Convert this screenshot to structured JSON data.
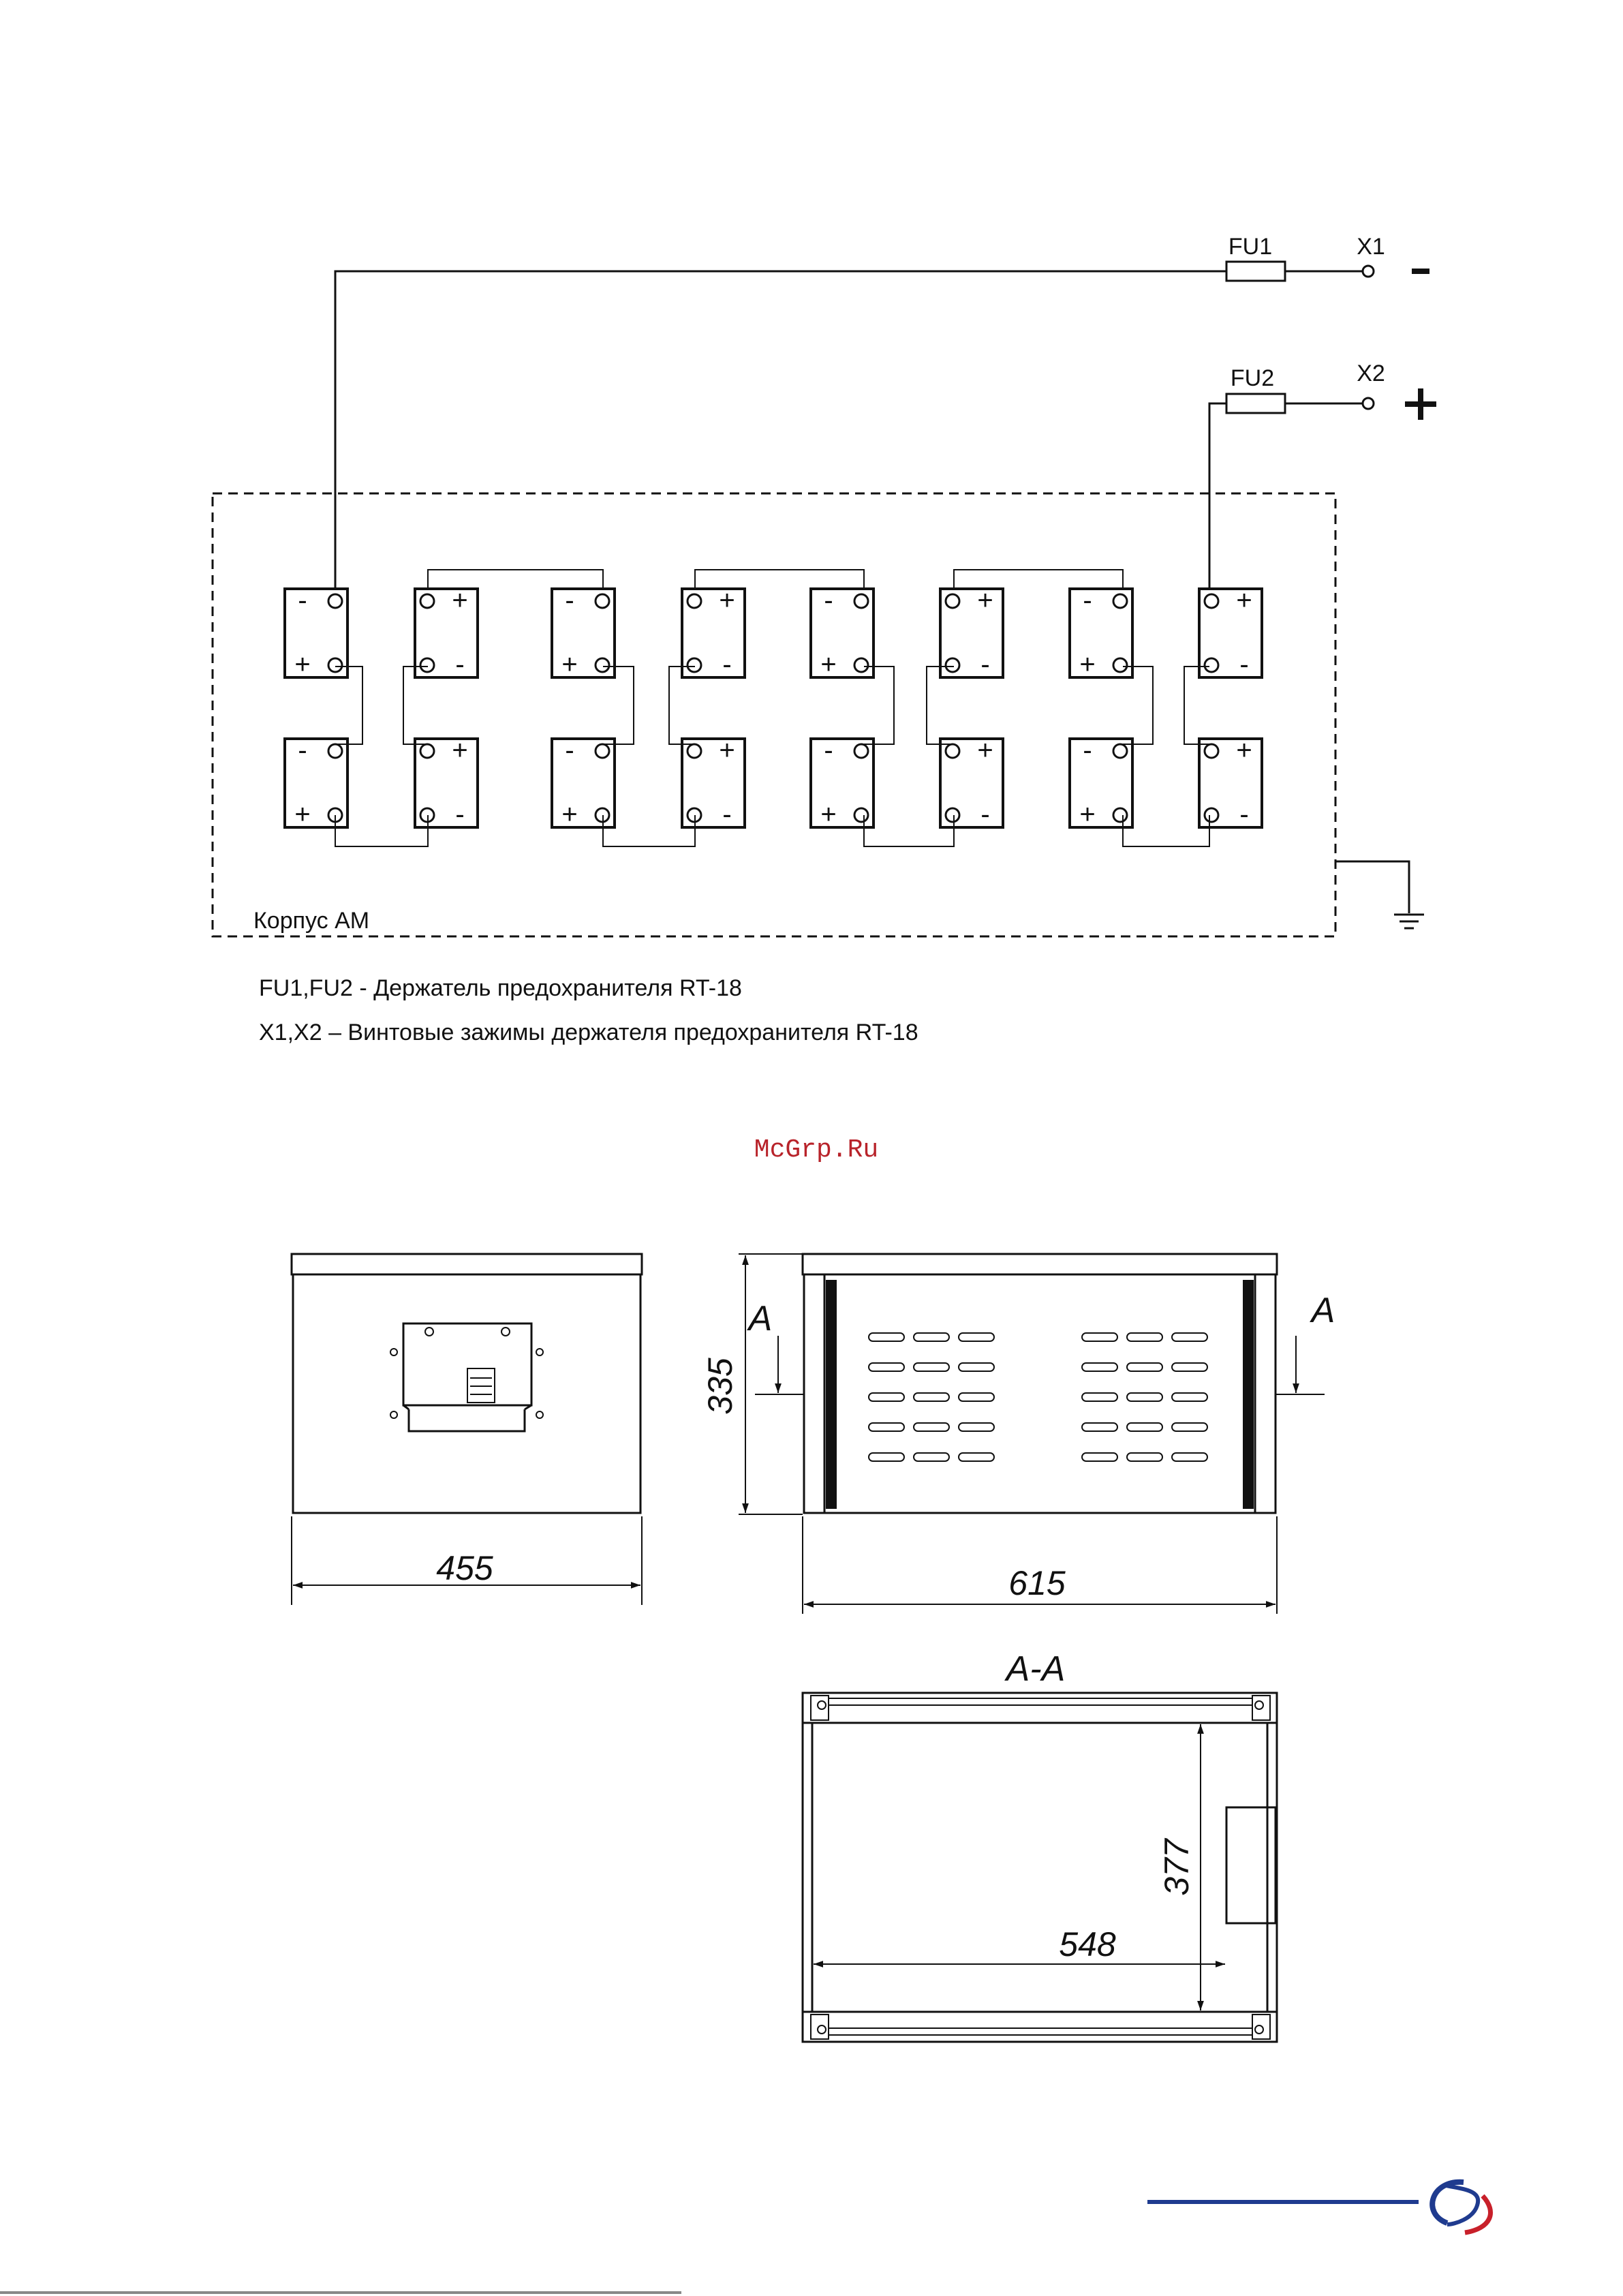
{
  "schematic": {
    "fuse1": "FU1",
    "fuse2": "FU2",
    "terminal1": "X1",
    "terminal2": "X2",
    "terminal_symbol": "ø",
    "minus_sign": "-",
    "plus_sign": "+",
    "housing_label": "Корпус АМ",
    "battery_minus": "-",
    "battery_plus": "+"
  },
  "legend": {
    "line1": "FU1,FU2 - Держатель предохранителя RT-18",
    "line2": "X1,X2 – Винтовые зажимы держателя предохранителя RT-18"
  },
  "watermark": "McGrp.Ru",
  "drawing": {
    "front_width": "455",
    "side_height": "335",
    "side_width": "615",
    "section_marker": "A",
    "section_title": "A-A",
    "section_height": "377",
    "section_width": "548"
  },
  "colors": {
    "watermark": "#b8232a",
    "logo_blue": "#1f3b8f",
    "logo_red": "#c8202a"
  }
}
